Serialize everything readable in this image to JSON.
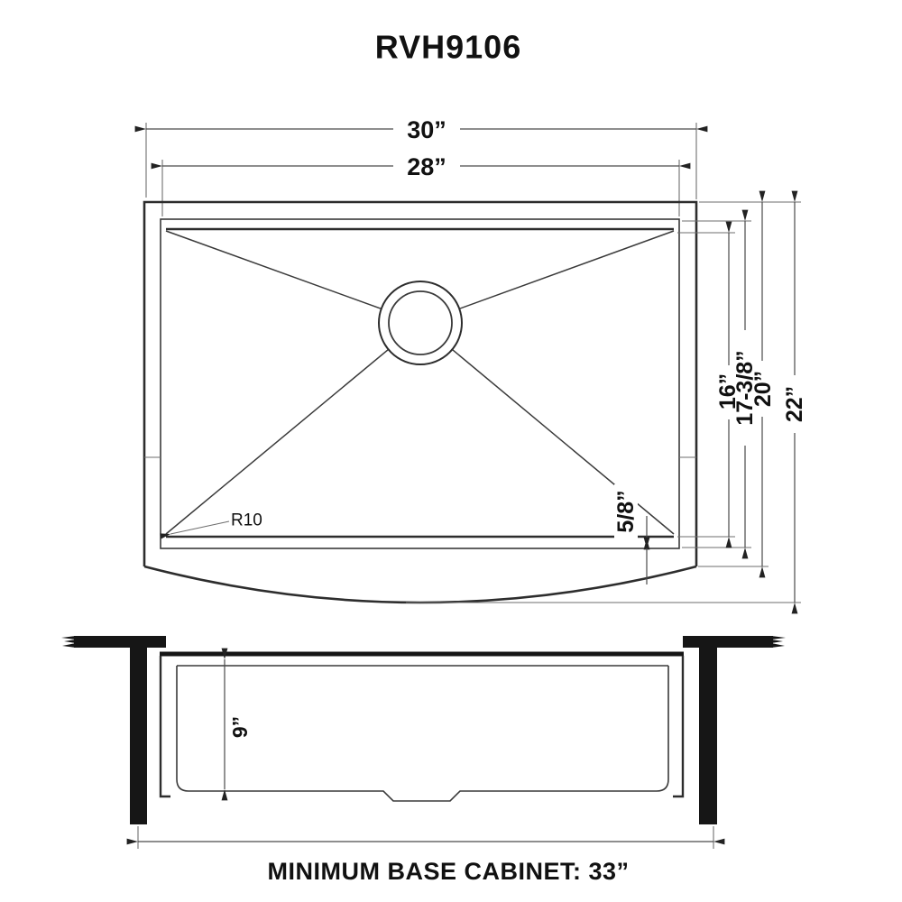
{
  "drawing": {
    "title": "RVH9106",
    "top_view": {
      "outer_width": "30”",
      "inner_width": "28”",
      "basin_depth_front_back": "16”",
      "inner_depth_front_back": "17-3/8”",
      "outer_depth_front_back": "20”",
      "total_depth_with_apron": "22”",
      "corner_radius": "R10",
      "rim_offset": "5/8”"
    },
    "front_view": {
      "bowl_depth": "9”"
    },
    "footer": {
      "note": "MINIMUM BASE CABINET: 33”"
    },
    "colors": {
      "line_dark": "#2d2d2d",
      "line_dim": "#4a4a4a",
      "solid_black": "#161616",
      "background": "#ffffff"
    }
  }
}
